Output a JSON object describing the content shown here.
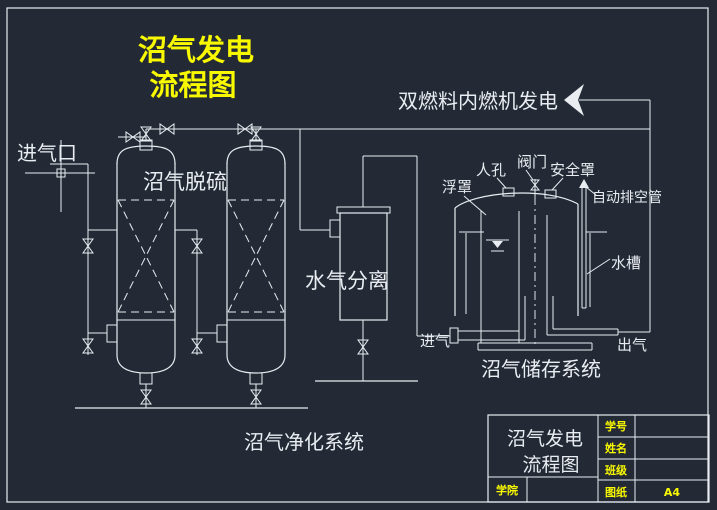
{
  "colors": {
    "background": "#232a35",
    "line": "#e9edf2",
    "accent_yellow": "#f8f800"
  },
  "main_title": {
    "line1": "沼气发电",
    "line2": "流程图"
  },
  "labels": {
    "inlet_port": "进气口",
    "desulfurization": "沼气脱硫",
    "water_gas_separation": "水气分离",
    "engine": "双燃料内燃机发电",
    "floating_cover": "浮罩",
    "manhole": "人孔",
    "valve": "阀门",
    "safety_cover": "安全罩",
    "auto_vent_pipe": "自动排空管",
    "water_trough": "水槽",
    "gas_in": "进气",
    "gas_out": "出气",
    "storage_system": "沼气储存系统",
    "purification_system": "沼气净化系统"
  },
  "title_block": {
    "drawing_title_line1": "沼气发电",
    "drawing_title_line2": "流程图",
    "college_label": "学院",
    "college_value": "",
    "fields": [
      {
        "label": "学号",
        "value": ""
      },
      {
        "label": "姓名",
        "value": ""
      },
      {
        "label": "班级",
        "value": ""
      },
      {
        "label": "图纸",
        "value": "A4"
      }
    ]
  }
}
